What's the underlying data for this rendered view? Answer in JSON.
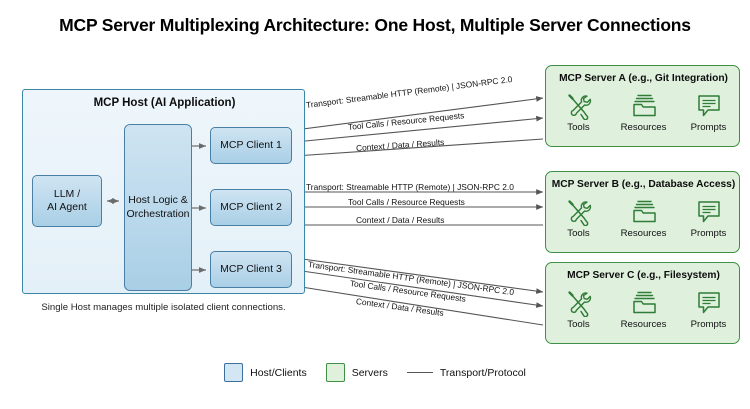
{
  "title": "MCP Server Multiplexing Architecture: One Host, Multiple Server Connections",
  "host": {
    "title": "MCP Host (AI Application)",
    "caption": "Single Host manages multiple isolated client connections.",
    "llm": "LLM /\nAI Agent",
    "llm_line1": "LLM /",
    "llm_line2": "AI Agent",
    "orchestration_line1": "Host Logic &",
    "orchestration_line2": "Orchestration",
    "clients": [
      {
        "label": "MCP Client 1"
      },
      {
        "label": "MCP Client 2"
      },
      {
        "label": "MCP Client 3"
      }
    ]
  },
  "servers": [
    {
      "title": "MCP Server A (e.g., Git Integration)",
      "capabilities": [
        {
          "label": "Tools",
          "icon": "tools-icon"
        },
        {
          "label": "Resources",
          "icon": "folder-icon"
        },
        {
          "label": "Prompts",
          "icon": "speech-bubble-icon"
        }
      ]
    },
    {
      "title": "MCP Server B (e.g., Database Access)",
      "capabilities": [
        {
          "label": "Tools",
          "icon": "tools-icon"
        },
        {
          "label": "Resources",
          "icon": "folder-icon"
        },
        {
          "label": "Prompts",
          "icon": "speech-bubble-icon"
        }
      ]
    },
    {
      "title": "MCP Server C (e.g., Filesystem)",
      "capabilities": [
        {
          "label": "Tools",
          "icon": "tools-icon"
        },
        {
          "label": "Resources",
          "icon": "folder-icon"
        },
        {
          "label": "Prompts",
          "icon": "speech-bubble-icon"
        }
      ]
    }
  ],
  "connections": [
    {
      "from": "MCP Client 1",
      "to": "MCP Server A (e.g., Git Integration)",
      "labels": [
        "Transport: Streamable HTTP (Remote) | JSON-RPC 2.0",
        "Tool Calls / Resource Requests",
        "Context / Data / Results"
      ]
    },
    {
      "from": "MCP Client 2",
      "to": "MCP Server B (e.g., Database Access)",
      "labels": [
        "Transport: Streamable HTTP (Remote) | JSON-RPC 2.0",
        "Tool Calls / Resource Requests",
        "Context / Data / Results"
      ]
    },
    {
      "from": "MCP Client 3",
      "to": "MCP Server C (e.g., Filesystem)",
      "labels": [
        "Transport: Streamable HTTP (Remote) | JSON-RPC 2.0",
        "Tool Calls / Resource Requests",
        "Context / Data / Results"
      ]
    }
  ],
  "legend": [
    {
      "label": "Host/Clients",
      "color": "#d3e6f3",
      "border": "#3c6f9c",
      "type": "swatch"
    },
    {
      "label": "Servers",
      "color": "#dff0dd",
      "border": "#3f8f45",
      "type": "swatch"
    },
    {
      "label": "Transport/Protocol",
      "color": "#555555",
      "type": "line"
    }
  ],
  "colors": {
    "host_fill": "#e8f2f9",
    "host_border": "#3c87a8",
    "client_fill": "#b8d8ea",
    "client_border": "#4a7fa5",
    "server_fill": "#dff0dd",
    "server_border": "#3f8f45",
    "connector": "#555555",
    "background": "#ffffff"
  }
}
